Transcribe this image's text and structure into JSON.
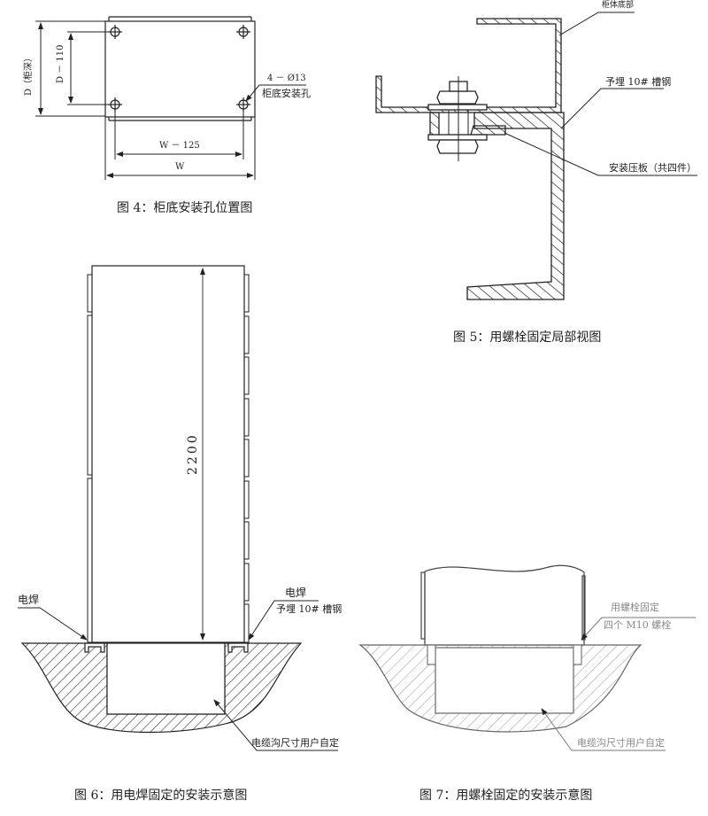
{
  "fig4": {
    "caption": "图 4：柜底安装孔位置图",
    "dim_depth": "D（柜深）",
    "dim_depth_offset": "D － 110",
    "dim_width_offset": "W － 125",
    "dim_width": "W",
    "hole_spec": "4 － Ø13",
    "hole_label": "柜底安装孔"
  },
  "fig5": {
    "caption": "图 5：用螺栓固定局部视图",
    "label_cabinet_base": "柜体底部",
    "label_channel_steel": "予埋 10# 槽钢",
    "label_press_plate": "安装压板（共四件）"
  },
  "fig6": {
    "caption": "图 6：用电焊固定的安装示意图",
    "height_dim": "2200",
    "label_weld_left": "电焊",
    "label_weld_right": "电焊",
    "label_channel_steel": "予埋 10# 槽钢",
    "label_trench": "电缆沟尺寸用户自定"
  },
  "fig7": {
    "caption": "图 7：用螺栓固定的安装示意图",
    "label_bolt_fix": "用螺栓固定",
    "label_bolt_spec": "四个 M10 螺栓",
    "label_trench": "电缆沟尺寸用户自定"
  }
}
